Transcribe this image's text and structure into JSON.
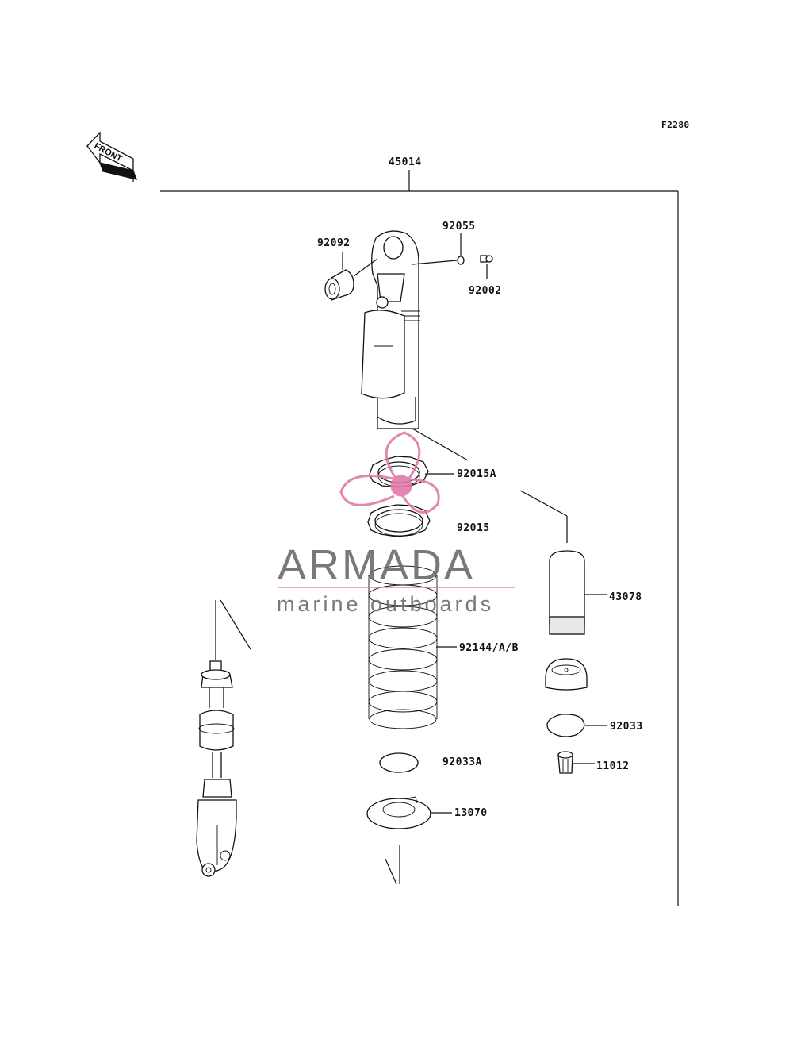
{
  "diagram": {
    "code": "F2280",
    "front_label": "FRONT",
    "assembly_number": "45014"
  },
  "parts": {
    "p92092": "92092",
    "p92055": "92055",
    "p92002": "92002",
    "p92015A": "92015A",
    "p92015": "92015",
    "p43078": "43078",
    "p92144": "92144/A/B",
    "p92033": "92033",
    "p92033A": "92033A",
    "p11012": "11012",
    "p13070": "13070"
  },
  "watermark": {
    "title": "ARMADA",
    "subtitle": "marine outboards",
    "accent_color": "#e07aa8",
    "text_color": "#6b6b6b"
  }
}
